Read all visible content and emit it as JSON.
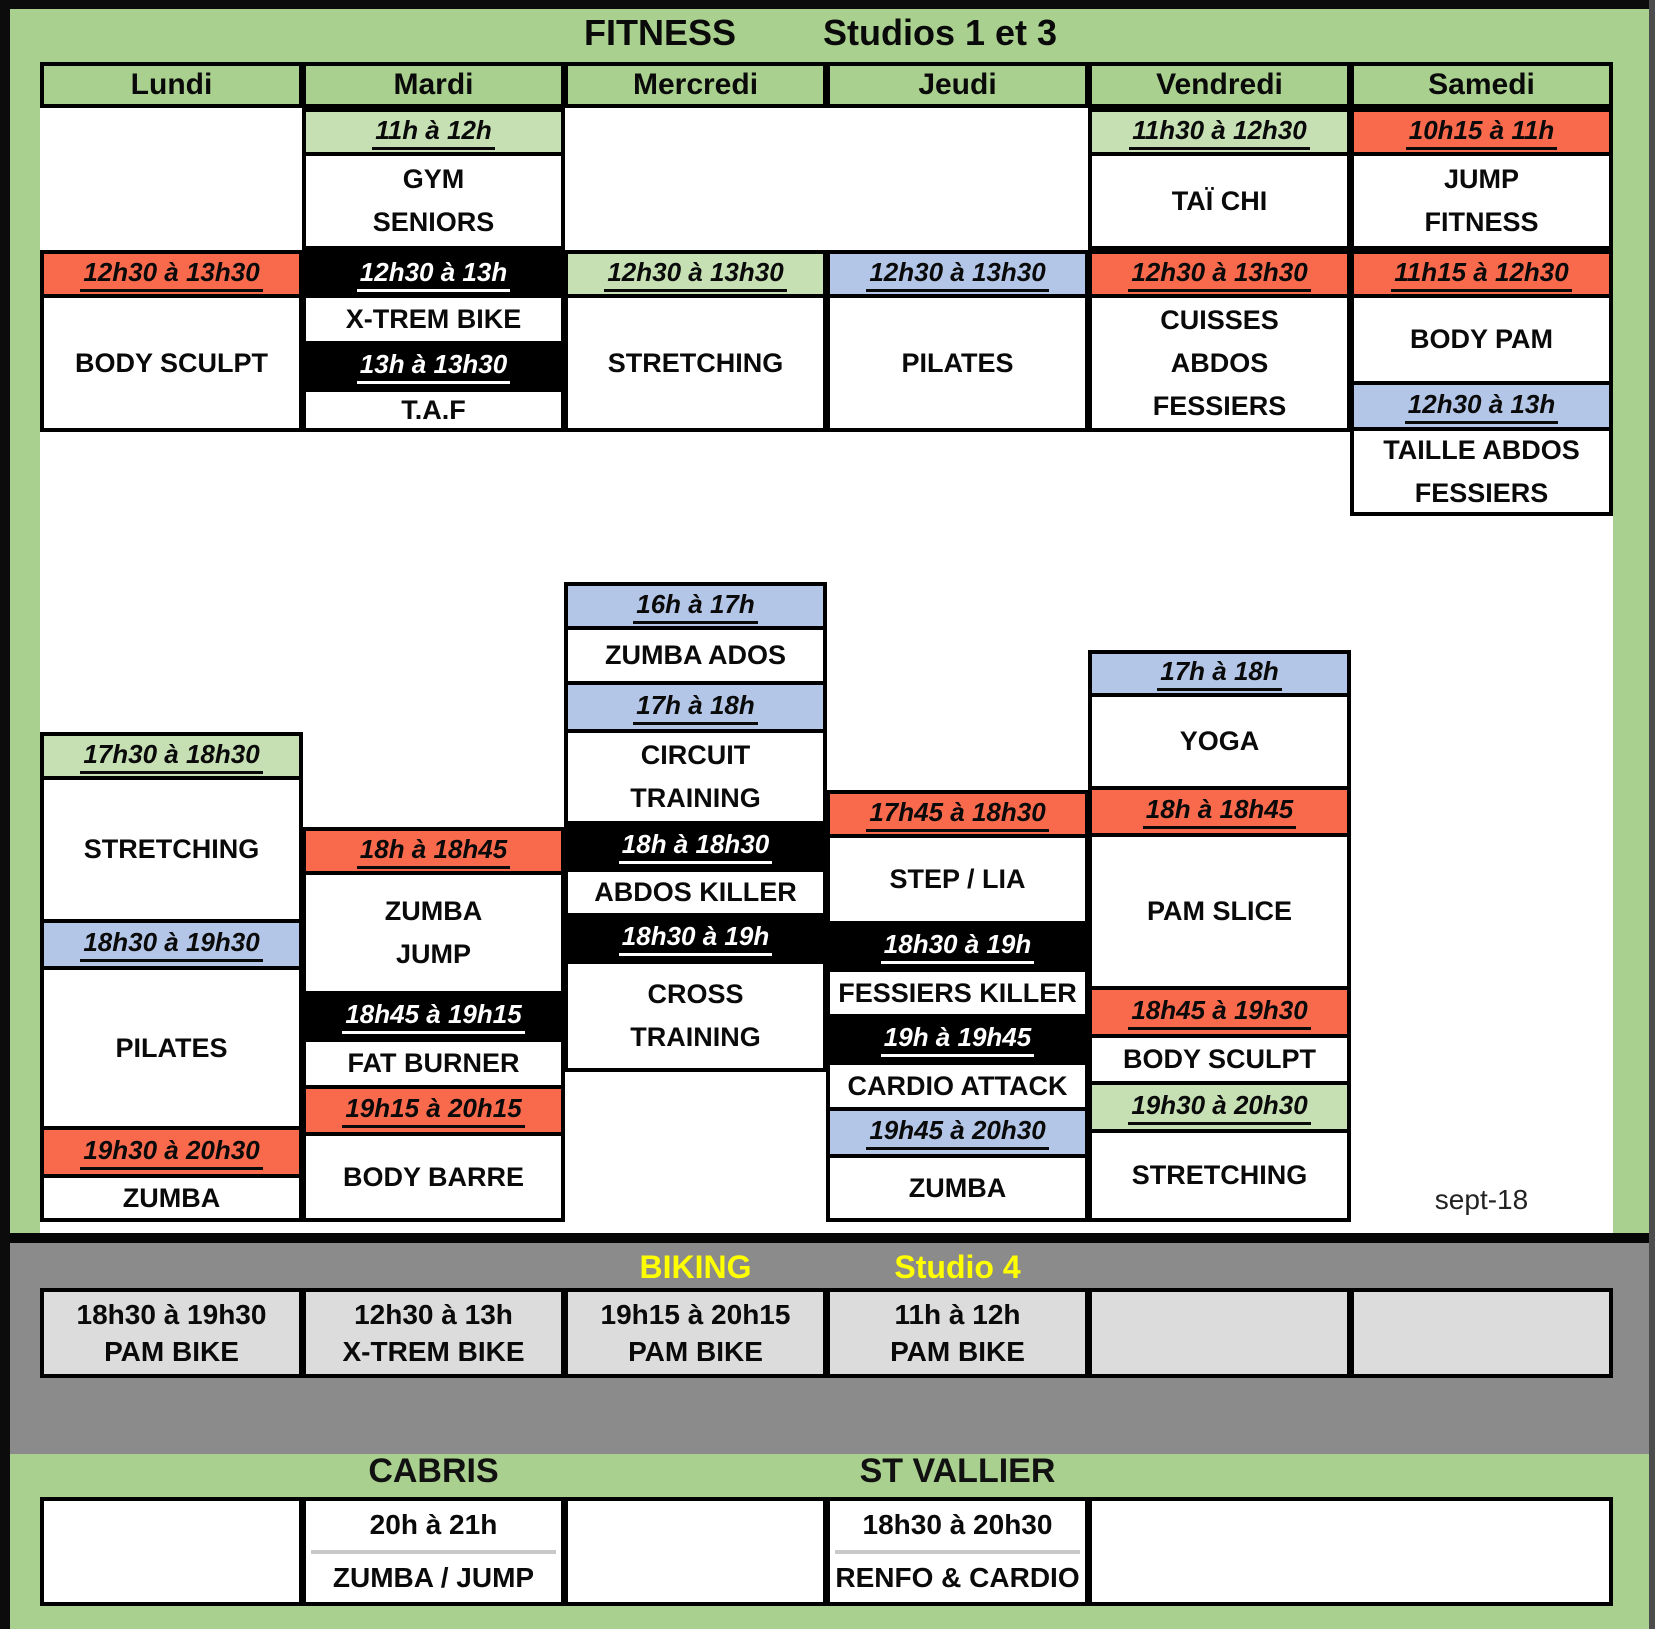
{
  "title": {
    "main": "FITNESS",
    "studio": "Studios 1 et 3"
  },
  "date_label": "sept-18",
  "days": [
    "Lundi",
    "Mardi",
    "Mercredi",
    "Jeudi",
    "Vendredi",
    "Samedi"
  ],
  "colors": {
    "background_green": "#a9d08e",
    "light_green": "#c6e0b4",
    "coral": "#f96a4d",
    "lavender": "#b4c6e7",
    "black": "#000000",
    "band_gray": "#8b8b8b",
    "cell_gray": "#dcdcdc",
    "yellow": "#ffff00"
  },
  "fitness_blocks": [
    {
      "day": "Mardi",
      "segments": [
        {
          "kind": "time",
          "color": "lightgreen",
          "text": "11h à 12h"
        },
        {
          "kind": "name",
          "text": "GYM\nSENIORS"
        }
      ]
    },
    {
      "day": "Vendredi",
      "segments": [
        {
          "kind": "time",
          "color": "lightgreen",
          "text": "11h30 à 12h30"
        },
        {
          "kind": "name",
          "text": "TAÏ CHI"
        }
      ]
    },
    {
      "day": "Samedi",
      "segments": [
        {
          "kind": "time",
          "color": "coral",
          "text": "10h15 à 11h"
        },
        {
          "kind": "name",
          "text": "JUMP\nFITNESS"
        }
      ]
    },
    {
      "day": "Lundi",
      "segments": [
        {
          "kind": "time",
          "color": "coral",
          "text": "12h30 à 13h30"
        },
        {
          "kind": "name",
          "text": "BODY SCULPT"
        }
      ]
    },
    {
      "day": "Mardi",
      "segments": [
        {
          "kind": "time",
          "color": "black",
          "text": "12h30 à 13h"
        },
        {
          "kind": "name",
          "text": "X-TREM BIKE"
        },
        {
          "kind": "time",
          "color": "black",
          "text": "13h à 13h30"
        },
        {
          "kind": "name",
          "text": "T.A.F"
        }
      ]
    },
    {
      "day": "Mercredi",
      "segments": [
        {
          "kind": "time",
          "color": "lightgreen",
          "text": "12h30 à 13h30"
        },
        {
          "kind": "name",
          "text": "STRETCHING"
        }
      ]
    },
    {
      "day": "Jeudi",
      "segments": [
        {
          "kind": "time",
          "color": "lavender",
          "text": "12h30 à 13h30"
        },
        {
          "kind": "name",
          "text": "PILATES"
        }
      ]
    },
    {
      "day": "Vendredi",
      "segments": [
        {
          "kind": "time",
          "color": "coral",
          "text": "12h30 à 13h30"
        },
        {
          "kind": "name",
          "text": "CUISSES\nABDOS\nFESSIERS"
        }
      ]
    },
    {
      "day": "Samedi",
      "segments": [
        {
          "kind": "time",
          "color": "coral",
          "text": "11h15 à 12h30"
        },
        {
          "kind": "name",
          "text": "BODY PAM"
        },
        {
          "kind": "time",
          "color": "lavender",
          "text": "12h30 à 13h"
        },
        {
          "kind": "name",
          "text": "TAILLE ABDOS\nFESSIERS"
        }
      ]
    },
    {
      "day": "Mercredi",
      "segments": [
        {
          "kind": "time",
          "color": "lavender",
          "text": "16h à 17h"
        },
        {
          "kind": "name",
          "text": "ZUMBA ADOS"
        },
        {
          "kind": "time",
          "color": "lavender",
          "text": "17h à 18h"
        },
        {
          "kind": "name",
          "text": "CIRCUIT\nTRAINING"
        },
        {
          "kind": "time",
          "color": "black",
          "text": "18h à 18h30"
        },
        {
          "kind": "name",
          "text": "ABDOS KILLER"
        },
        {
          "kind": "time",
          "color": "black",
          "text": "18h30 à 19h"
        },
        {
          "kind": "name",
          "text": "CROSS\nTRAINING"
        }
      ]
    },
    {
      "day": "Vendredi",
      "segments": [
        {
          "kind": "time",
          "color": "lavender",
          "text": "17h à 18h"
        },
        {
          "kind": "name",
          "text": "YOGA"
        },
        {
          "kind": "time",
          "color": "coral",
          "text": "18h à 18h45"
        },
        {
          "kind": "name",
          "text": "PAM SLICE"
        },
        {
          "kind": "time",
          "color": "coral",
          "text": "18h45 à 19h30"
        },
        {
          "kind": "name",
          "text": "BODY SCULPT"
        },
        {
          "kind": "time",
          "color": "lightgreen",
          "text": "19h30 à 20h30"
        },
        {
          "kind": "name",
          "text": "STRETCHING"
        }
      ]
    },
    {
      "day": "Lundi",
      "segments": [
        {
          "kind": "time",
          "color": "lightgreen",
          "text": "17h30 à 18h30"
        },
        {
          "kind": "name",
          "text": "STRETCHING"
        },
        {
          "kind": "time",
          "color": "lavender",
          "text": "18h30 à 19h30"
        },
        {
          "kind": "name",
          "text": "PILATES"
        },
        {
          "kind": "time",
          "color": "coral",
          "text": "19h30 à 20h30"
        },
        {
          "kind": "name",
          "text": "ZUMBA"
        }
      ]
    },
    {
      "day": "Jeudi",
      "segments": [
        {
          "kind": "time",
          "color": "coral",
          "text": "17h45 à 18h30"
        },
        {
          "kind": "name",
          "text": "STEP / LIA"
        },
        {
          "kind": "time",
          "color": "black",
          "text": "18h30 à 19h"
        },
        {
          "kind": "name",
          "text": "FESSIERS KILLER"
        },
        {
          "kind": "time",
          "color": "black",
          "text": "19h à 19h45"
        },
        {
          "kind": "name",
          "text": "CARDIO ATTACK"
        },
        {
          "kind": "time",
          "color": "lavender",
          "text": "19h45 à 20h30"
        },
        {
          "kind": "name",
          "text": "ZUMBA"
        }
      ]
    },
    {
      "day": "Mardi",
      "segments": [
        {
          "kind": "time",
          "color": "coral",
          "text": "18h à 18h45"
        },
        {
          "kind": "name",
          "text": "ZUMBA\nJUMP"
        },
        {
          "kind": "time",
          "color": "black",
          "text": "18h45 à 19h15"
        },
        {
          "kind": "name",
          "text": "FAT BURNER"
        },
        {
          "kind": "time",
          "color": "coral",
          "text": "19h15 à 20h15"
        },
        {
          "kind": "name",
          "text": "BODY BARRE"
        }
      ]
    }
  ],
  "biking": {
    "title": "BIKING",
    "studio": "Studio 4",
    "cells": [
      {
        "time": "18h30 à 19h30",
        "name": "PAM BIKE"
      },
      {
        "time": "12h30 à 13h",
        "name": "X-TREM BIKE"
      },
      {
        "time": "19h15 à 20h15",
        "name": "PAM BIKE"
      },
      {
        "time": "11h à 12h",
        "name": "PAM BIKE"
      },
      {
        "time": "",
        "name": ""
      },
      {
        "time": "",
        "name": ""
      }
    ]
  },
  "locations": {
    "left": "CABRIS",
    "right": "ST VALLIER",
    "cells": [
      {
        "time": "",
        "name": ""
      },
      {
        "time": "20h à 21h",
        "name": "ZUMBA / JUMP"
      },
      {
        "time": "",
        "name": ""
      },
      {
        "time": "18h30 à 20h30",
        "name": "RENFO & CARDIO"
      },
      {
        "time": "",
        "name": ""
      }
    ]
  }
}
